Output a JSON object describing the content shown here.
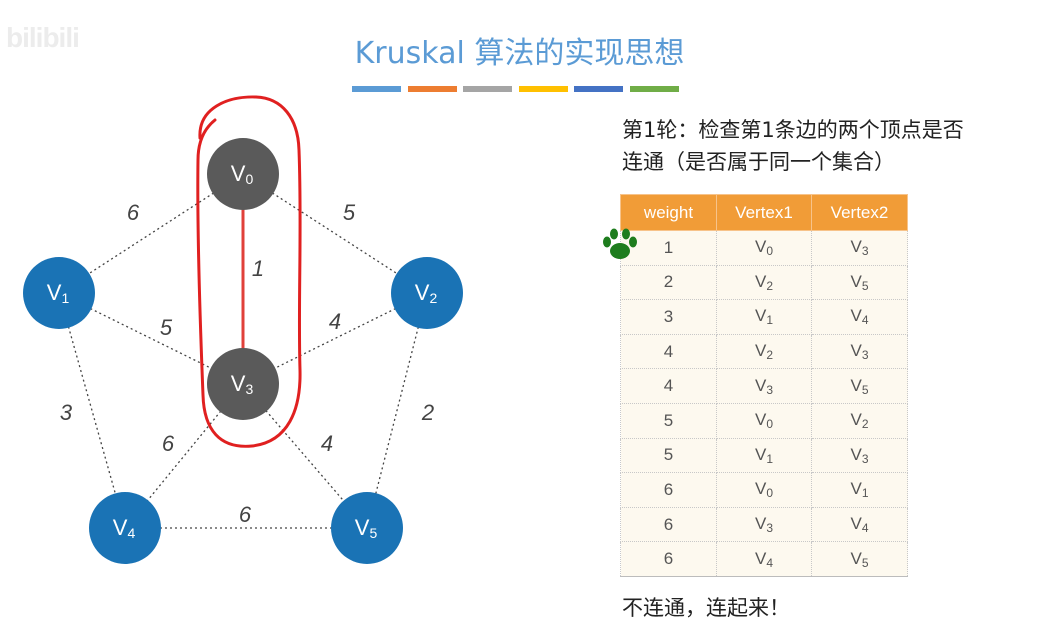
{
  "watermark": "bilibili",
  "title": "Kruskal 算法的实现思想",
  "title_bar_colors": [
    "#5b9bd5",
    "#ed7d31",
    "#a5a5a5",
    "#ffc000",
    "#4472c4",
    "#70ad47"
  ],
  "description_lines": [
    "第1轮：检查第1条边的两个顶点是否",
    "连通（是否属于同一个集合）"
  ],
  "graph": {
    "vertices": [
      {
        "id": "V0",
        "base": "V",
        "sub": "0",
        "color": "#5a5a5a"
      },
      {
        "id": "V1",
        "base": "V",
        "sub": "1",
        "color": "#1a73b5"
      },
      {
        "id": "V2",
        "base": "V",
        "sub": "2",
        "color": "#1a73b5"
      },
      {
        "id": "V3",
        "base": "V",
        "sub": "3",
        "color": "#5a5a5a"
      },
      {
        "id": "V4",
        "base": "V",
        "sub": "4",
        "color": "#1a73b5"
      },
      {
        "id": "V5",
        "base": "V",
        "sub": "5",
        "color": "#1a73b5"
      }
    ],
    "edges": [
      {
        "from": "V0",
        "to": "V1",
        "weight": "6",
        "selected": false
      },
      {
        "from": "V0",
        "to": "V2",
        "weight": "5",
        "selected": false
      },
      {
        "from": "V0",
        "to": "V3",
        "weight": "1",
        "selected": true
      },
      {
        "from": "V1",
        "to": "V3",
        "weight": "5",
        "selected": false
      },
      {
        "from": "V2",
        "to": "V3",
        "weight": "4",
        "selected": false
      },
      {
        "from": "V1",
        "to": "V4",
        "weight": "3",
        "selected": false
      },
      {
        "from": "V2",
        "to": "V5",
        "weight": "2",
        "selected": false
      },
      {
        "from": "V3",
        "to": "V4",
        "weight": "6",
        "selected": false
      },
      {
        "from": "V3",
        "to": "V5",
        "weight": "4",
        "selected": false
      },
      {
        "from": "V4",
        "to": "V5",
        "weight": "6",
        "selected": false
      }
    ],
    "highlight_color": "#e02020",
    "selected_edge_color": "#e0403a"
  },
  "table": {
    "header_color": "#f19c37",
    "headers": [
      "weight",
      "Vertex1",
      "Vertex2"
    ],
    "rows": [
      {
        "weight": "1",
        "v1": "V",
        "v1sub": "0",
        "v2": "V",
        "v2sub": "3"
      },
      {
        "weight": "2",
        "v1": "V",
        "v1sub": "2",
        "v2": "V",
        "v2sub": "5"
      },
      {
        "weight": "3",
        "v1": "V",
        "v1sub": "1",
        "v2": "V",
        "v2sub": "4"
      },
      {
        "weight": "4",
        "v1": "V",
        "v1sub": "2",
        "v2": "V",
        "v2sub": "3"
      },
      {
        "weight": "4",
        "v1": "V",
        "v1sub": "3",
        "v2": "V",
        "v2sub": "5"
      },
      {
        "weight": "5",
        "v1": "V",
        "v1sub": "0",
        "v2": "V",
        "v2sub": "2"
      },
      {
        "weight": "5",
        "v1": "V",
        "v1sub": "1",
        "v2": "V",
        "v2sub": "3"
      },
      {
        "weight": "6",
        "v1": "V",
        "v1sub": "0",
        "v2": "V",
        "v2sub": "1"
      },
      {
        "weight": "6",
        "v1": "V",
        "v1sub": "3",
        "v2": "V",
        "v2sub": "4"
      },
      {
        "weight": "6",
        "v1": "V",
        "v1sub": "4",
        "v2": "V",
        "v2sub": "5"
      }
    ]
  },
  "pointer_icon": "paw-print-icon",
  "pointer_color": "#1e7d1e",
  "result_text": "不连通，连起来！"
}
